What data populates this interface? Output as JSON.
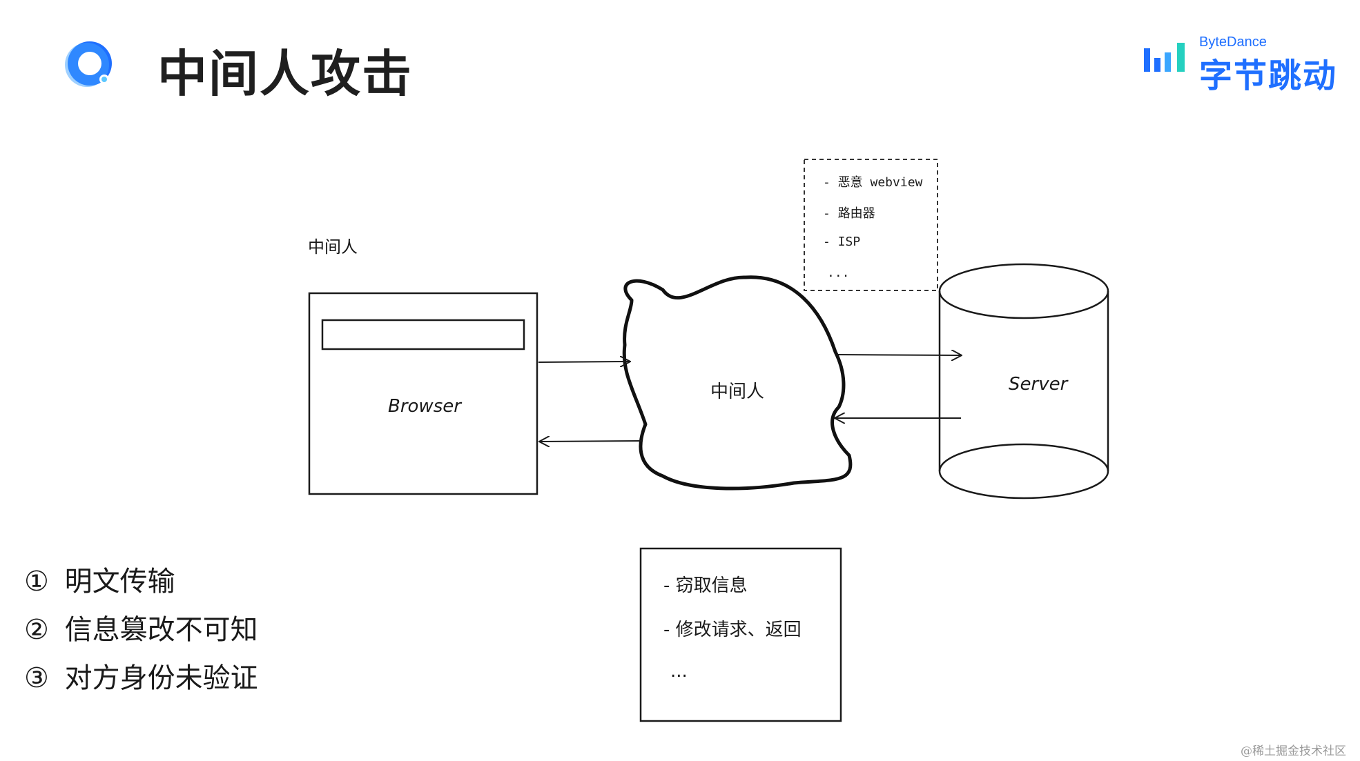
{
  "slide": {
    "title": "中间人攻击",
    "brand": {
      "name_en": "ByteDance",
      "name_cn": "字节跳动",
      "color": "#1f6fff"
    },
    "credit": "@稀土掘金技术社区"
  },
  "diagram": {
    "mitm_caption": "中间人",
    "browser_label": "Browser",
    "cloud_label": "中间人",
    "server_label": "Server",
    "mitm_sources": [
      "- 恶意 webview",
      "- 路由器",
      "- ISP",
      "..."
    ],
    "threats": [
      "- 窃取信息",
      "- 修改请求、返回",
      "..."
    ]
  },
  "issues": [
    {
      "marker": "①",
      "text": "明文传输"
    },
    {
      "marker": "②",
      "text": "信息篡改不可知"
    },
    {
      "marker": "③",
      "text": "对方身份未验证"
    }
  ]
}
